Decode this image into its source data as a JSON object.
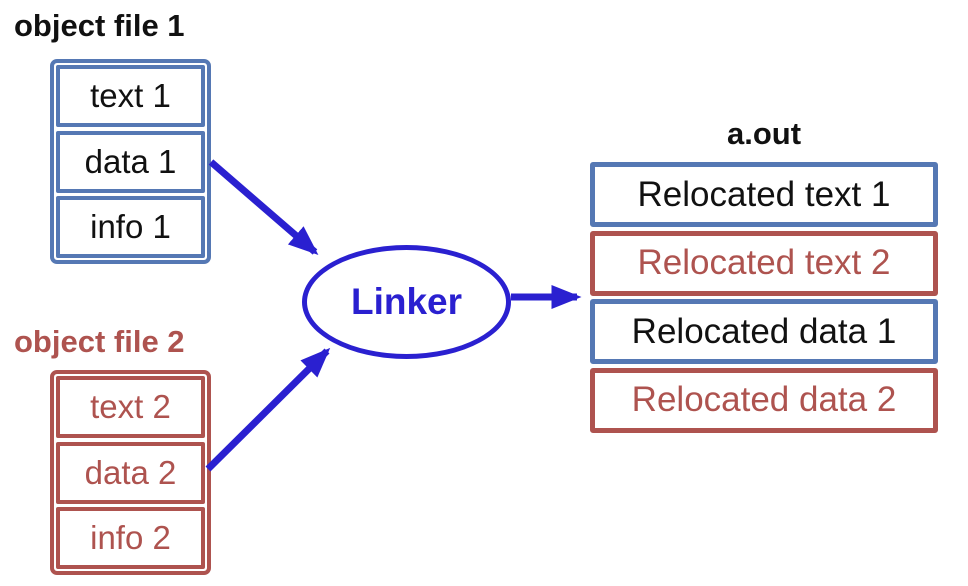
{
  "diagram": {
    "object_file_1": {
      "title": "object file 1",
      "cells": [
        "text 1",
        "data 1",
        "info 1"
      ],
      "accent": "blue"
    },
    "object_file_2": {
      "title": "object file 2",
      "cells": [
        "text 2",
        "data 2",
        "info 2"
      ],
      "accent": "red"
    },
    "linker": {
      "label": "Linker"
    },
    "aout": {
      "title": "a.out",
      "cells": [
        {
          "label": "Relocated text 1",
          "accent": "blue"
        },
        {
          "label": "Relocated text 2",
          "accent": "red"
        },
        {
          "label": "Relocated data 1",
          "accent": "blue"
        },
        {
          "label": "Relocated data 2",
          "accent": "red"
        }
      ]
    },
    "colors": {
      "file1_accent": "#5578B4",
      "file2_accent": "#AE534F",
      "connector_blue": "#2A20D0",
      "text_black": "#111111"
    }
  }
}
